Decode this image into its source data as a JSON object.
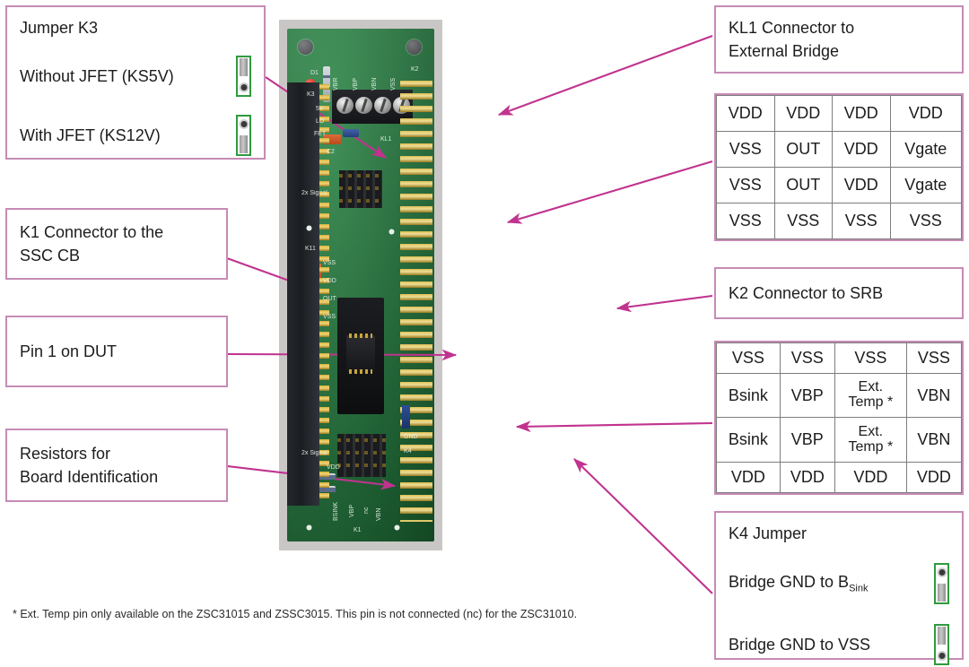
{
  "callouts": {
    "jumper_k3": {
      "title": "Jumper K3",
      "rows": [
        {
          "label": "Without JFET (KS5V)",
          "jumper_position": "bottom"
        },
        {
          "label": "With JFET (KS12V)",
          "jumper_position": "top"
        }
      ]
    },
    "k1": {
      "text_line1": "K1 Connector to the",
      "text_line2": "SSC CB"
    },
    "pin1": {
      "text_line1": "Pin 1 on DUT"
    },
    "resistors": {
      "text_line1": "Resistors for",
      "text_line2": "Board Identification"
    },
    "kl1": {
      "text_line1": "KL1 Connector to",
      "text_line2": "External Bridge"
    },
    "k2": {
      "text_line1": "K2 Connector to SRB"
    },
    "k4_jumper": {
      "title": "K4 Jumper",
      "rows": [
        {
          "label_main": "Bridge GND to B",
          "label_sub": "Sink",
          "jumper_position": "top"
        },
        {
          "label_main": "Bridge GND to VSS",
          "label_sub": "",
          "jumper_position": "bottom"
        }
      ]
    }
  },
  "tables": {
    "kl1_pinout": {
      "rows": [
        [
          "VDD",
          "VDD",
          "VDD",
          "VDD"
        ],
        [
          "VSS",
          "OUT",
          "VDD",
          "Vgate"
        ],
        [
          "VSS",
          "OUT",
          "VDD",
          "Vgate"
        ],
        [
          "VSS",
          "VSS",
          "VSS",
          "VSS"
        ]
      ]
    },
    "k2_pinout": {
      "rows": [
        [
          "VSS",
          "VSS",
          "VSS",
          "VSS"
        ],
        [
          "Bsink",
          "VBP",
          "Ext.\nTemp *",
          "VBN"
        ],
        [
          "Bsink",
          "VBP",
          "Ext.\nTemp *",
          "VBN"
        ],
        [
          "VDD",
          "VDD",
          "VDD",
          "VDD"
        ]
      ]
    }
  },
  "footnote": {
    "text": "* Ext. Temp pin only available on the ZSC31015 and ZSSC3015. This pin is not connected (nc) for the ZSC31010."
  },
  "board": {
    "silkscreen": [
      "VBR",
      "VBP",
      "VBN",
      "VSS",
      "D1",
      "K3",
      "5V",
      "LO",
      "FET",
      "C2",
      "KL1",
      "K2",
      "K11",
      "VSS",
      "VDD",
      "OUT",
      "VSS",
      "2x Signal",
      "VDD",
      "BSINK",
      "VBP",
      "nc",
      "VBN",
      "K4",
      "K1",
      "GND"
    ]
  },
  "colors": {
    "callout_border": "#c68bb5",
    "arrow": "#c0338f",
    "table_grid": "#7d7d7d",
    "pcb_green": "#1d6b35",
    "jumper_green": "#2f9a3f",
    "gold_pin": "#d8b43c"
  }
}
